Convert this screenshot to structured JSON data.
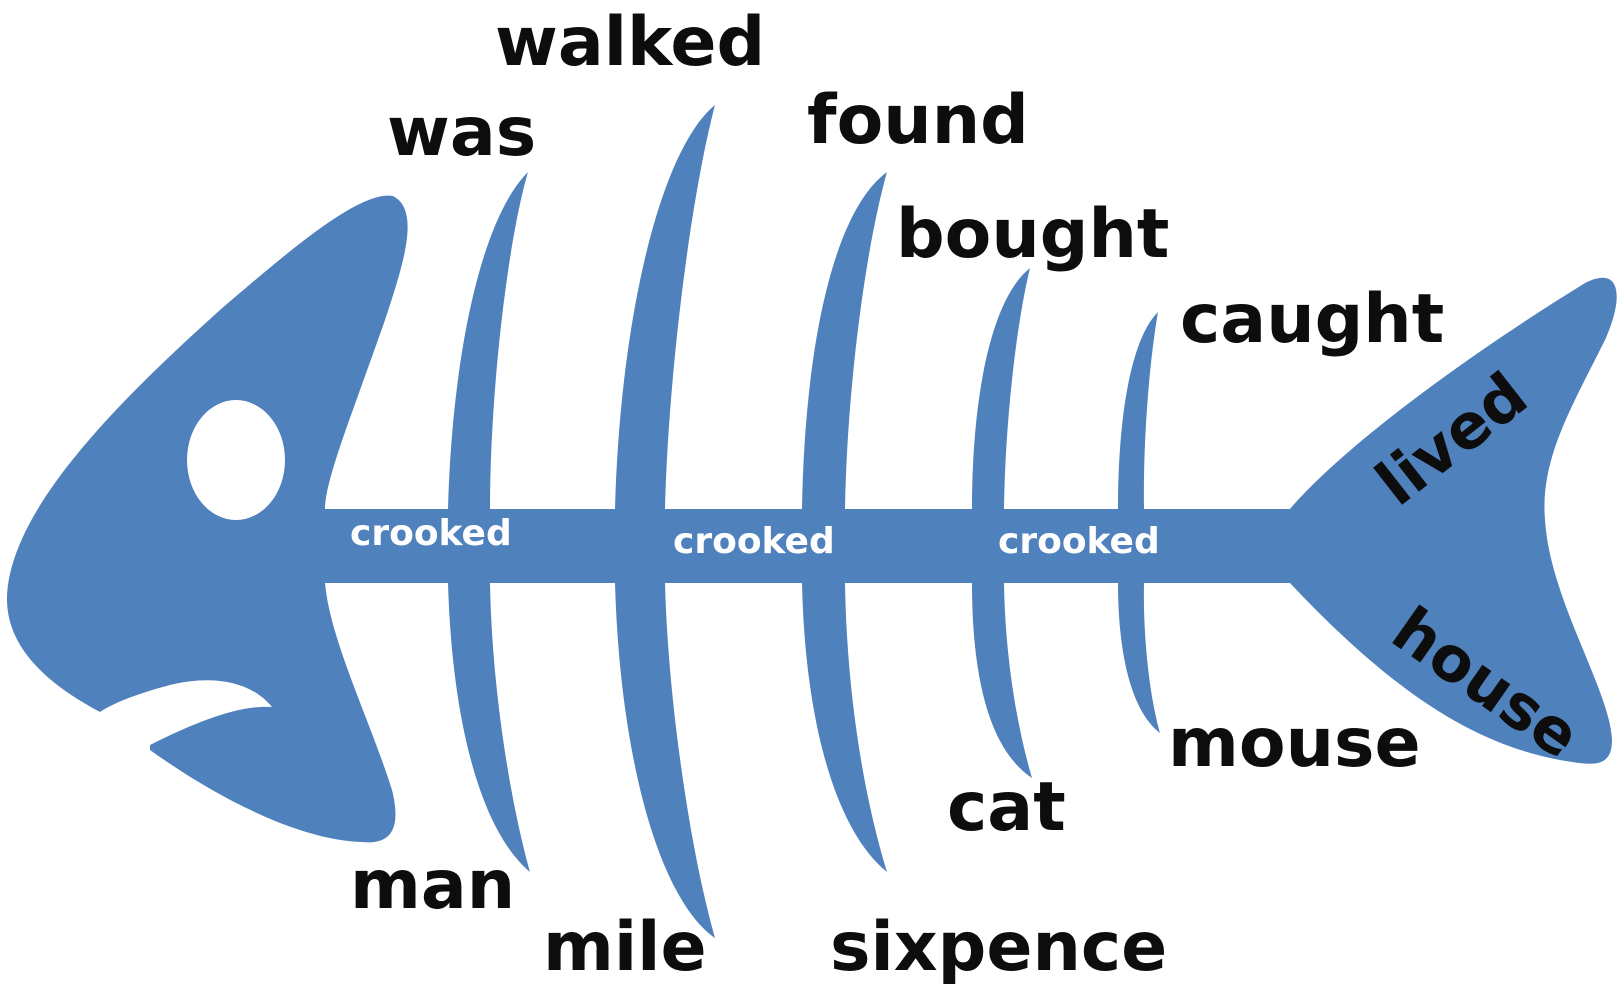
{
  "colors": {
    "fish": "#4f81bd",
    "text": "#0d0d0d",
    "spine_text": "#ffffff",
    "eye": "#ffffff"
  },
  "labels": {
    "walked": "walked",
    "was": "was",
    "found": "found",
    "bought": "bought",
    "caught": "caught",
    "man": "man",
    "mile": "mile",
    "sixpence": "sixpence",
    "cat": "cat",
    "mouse": "mouse",
    "lived": "lived",
    "house": "house"
  },
  "spine_labels": [
    "crooked",
    "crooked",
    "crooked"
  ]
}
